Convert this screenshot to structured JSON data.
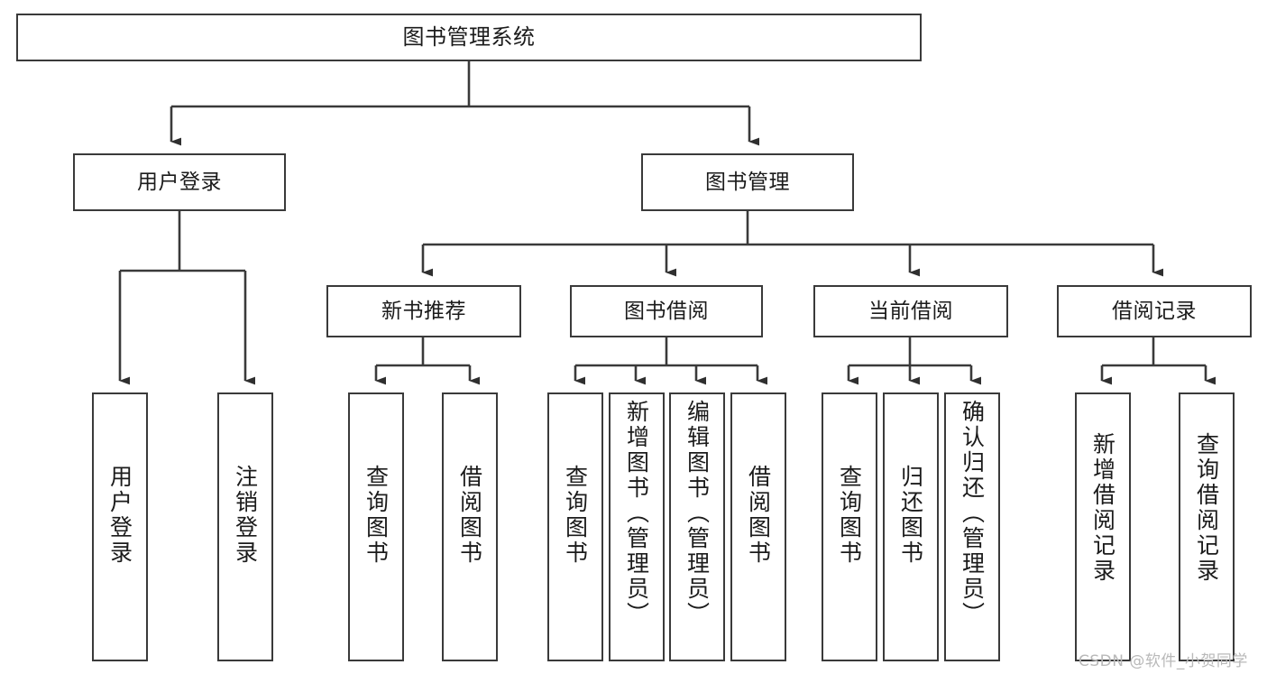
{
  "diagram": {
    "title": "图书管理系统",
    "type": "tree-hierarchy-diagram",
    "orientation": "top-down",
    "style": {
      "box_border_color": "#3a3a3a",
      "box_fill_color": "#ffffff",
      "edge_color": "#3a3a3a",
      "text_color": "#1b1b1b",
      "background_color": "#ffffff",
      "watermark_color": "#b9b9b9"
    },
    "levels": [
      {
        "level": 1,
        "nodes": [
          {
            "id": "root",
            "label": "图书管理系统",
            "text_direction": "horizontal"
          }
        ]
      },
      {
        "level": 2,
        "nodes": [
          {
            "id": "user-login",
            "label": "用户登录",
            "text_direction": "horizontal",
            "parent": "root"
          },
          {
            "id": "book-manage",
            "label": "图书管理",
            "text_direction": "horizontal",
            "parent": "root"
          }
        ]
      },
      {
        "level": 3,
        "nodes": [
          {
            "id": "new-book-recommend",
            "label": "新书推荐",
            "text_direction": "horizontal",
            "parent": "book-manage"
          },
          {
            "id": "book-borrow",
            "label": "图书借阅",
            "text_direction": "horizontal",
            "parent": "book-manage"
          },
          {
            "id": "current-borrow",
            "label": "当前借阅",
            "text_direction": "horizontal",
            "parent": "book-manage"
          },
          {
            "id": "borrow-record",
            "label": "借阅记录",
            "text_direction": "horizontal",
            "parent": "book-manage"
          }
        ]
      },
      {
        "level": 4,
        "nodes": [
          {
            "id": "leaf-user-login",
            "label": "用户登录",
            "text_direction": "vertical",
            "parent": "user-login"
          },
          {
            "id": "leaf-logout-login",
            "label": "注销登录",
            "text_direction": "vertical",
            "parent": "user-login"
          },
          {
            "id": "leaf-query-book-1",
            "label": "查询图书",
            "text_direction": "vertical",
            "parent": "new-book-recommend"
          },
          {
            "id": "leaf-borrow-book-1",
            "label": "借阅图书",
            "text_direction": "vertical",
            "parent": "new-book-recommend"
          },
          {
            "id": "leaf-query-book-2",
            "label": "查询图书",
            "text_direction": "vertical",
            "parent": "book-borrow"
          },
          {
            "id": "leaf-add-book",
            "label": "新增图书（管理员）",
            "text_direction": "vertical",
            "parent": "book-borrow"
          },
          {
            "id": "leaf-edit-book",
            "label": "编辑图书（管理员）",
            "text_direction": "vertical",
            "parent": "book-borrow"
          },
          {
            "id": "leaf-borrow-book-2",
            "label": "借阅图书",
            "text_direction": "vertical",
            "parent": "book-borrow"
          },
          {
            "id": "leaf-query-book-3",
            "label": "查询图书",
            "text_direction": "vertical",
            "parent": "current-borrow"
          },
          {
            "id": "leaf-return-book",
            "label": "归还图书",
            "text_direction": "vertical",
            "parent": "current-borrow"
          },
          {
            "id": "leaf-confirm-return",
            "label": "确认归还（管理员）",
            "text_direction": "vertical",
            "parent": "current-borrow"
          },
          {
            "id": "leaf-add-record",
            "label": "新增借阅记录",
            "text_direction": "vertical",
            "parent": "borrow-record"
          },
          {
            "id": "leaf-query-record",
            "label": "查询借阅记录",
            "text_direction": "vertical",
            "parent": "borrow-record"
          }
        ]
      }
    ],
    "watermark": "CSDN @软件_小贺同学"
  }
}
